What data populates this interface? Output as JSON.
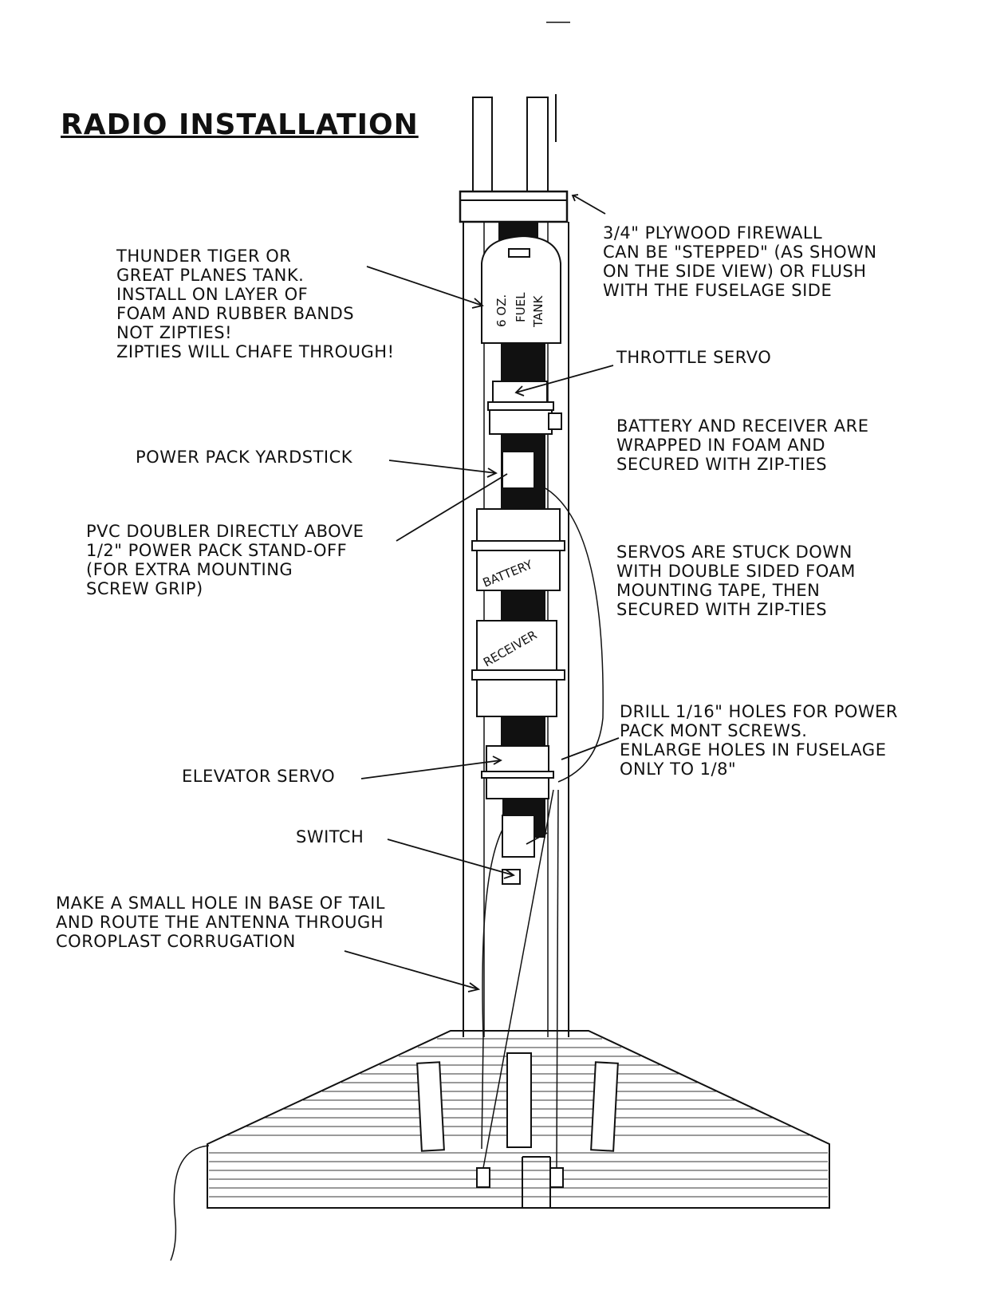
{
  "title": "RADIO INSTALLATION",
  "notes": {
    "tank": [
      "THUNDER TIGER OR",
      "GREAT PLANES TANK.",
      "INSTALL ON LAYER OF",
      "FOAM AND RUBBER BANDS",
      "NOT ZIPTIES!",
      "ZIPTIES WILL CHAFE THROUGH!"
    ],
    "firewall": [
      "3/4\" PLYWOOD FIREWALL",
      "CAN BE \"STEPPED\" (AS SHOWN",
      "ON THE SIDE VIEW) OR FLUSH",
      "WITH THE FUSELAGE SIDE"
    ],
    "throttle": "THROTTLE SERVO",
    "battery_receiver": [
      "BATTERY AND RECEIVER ARE",
      "WRAPPED IN FOAM AND",
      "SECURED WITH ZIP-TIES"
    ],
    "power_pack": "POWER PACK YARDSTICK",
    "pvc": [
      "PVC DOUBLER DIRECTLY ABOVE",
      "1/2\" POWER PACK STAND-OFF",
      "(FOR EXTRA MOUNTING",
      "SCREW GRIP)"
    ],
    "servos": [
      "SERVOS ARE STUCK DOWN",
      "WITH DOUBLE SIDED FOAM",
      "MOUNTING TAPE, THEN",
      "SECURED WITH ZIP-TIES"
    ],
    "drill": [
      "DRILL 1/16\" HOLES FOR POWER",
      "PACK MONT SCREWS.",
      "ENLARGE HOLES IN FUSELAGE",
      "ONLY TO 1/8\""
    ],
    "elevator": "ELEVATOR SERVO",
    "switch": "SWITCH",
    "antenna": [
      "MAKE A SMALL HOLE IN BASE OF TAIL",
      "AND ROUTE THE ANTENNA THROUGH",
      "COROPLAST CORRUGATION"
    ]
  },
  "component_labels": {
    "tank_label": [
      "6 OZ.",
      "FUEL",
      "TANK"
    ],
    "battery": "BATTERY",
    "receiver": "RECEIVER"
  }
}
